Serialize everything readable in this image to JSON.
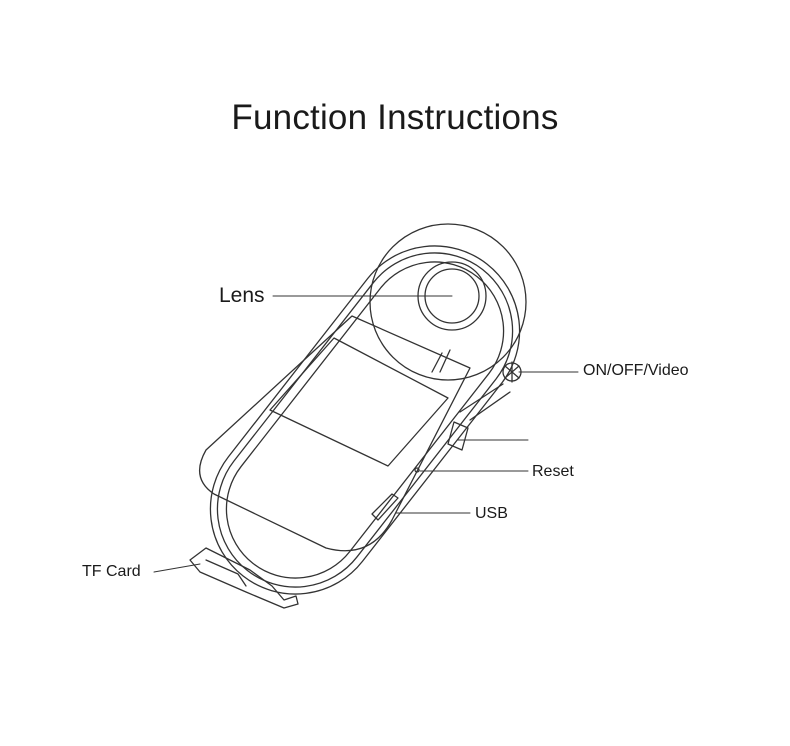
{
  "title": "Function Instructions",
  "callouts": {
    "lens": "Lens",
    "on_off_video": "ON/OFF/Video",
    "reset": "Reset",
    "usb": "USB",
    "tf_card": "TF Card"
  },
  "colors": {
    "line": "#333333",
    "text": "#1a1a1a",
    "background": "#ffffff"
  }
}
